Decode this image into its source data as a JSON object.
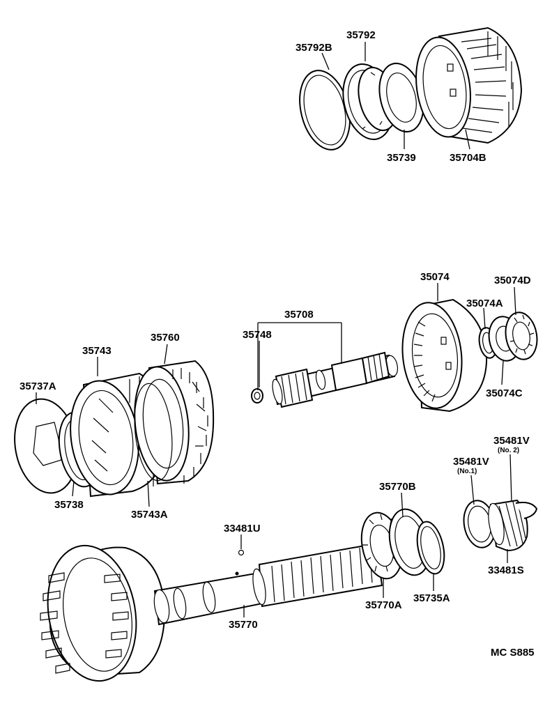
{
  "parts": {
    "p35792B": "35792B",
    "p35792": "35792",
    "p35739": "35739",
    "p35704B": "35704B",
    "p35074": "35074",
    "p35074D": "35074D",
    "p35074A": "35074A",
    "p35074C": "35074C",
    "p35708": "35708",
    "p35748": "35748",
    "p35743": "35743",
    "p35760": "35760",
    "p35737A": "35737A",
    "p35738": "35738",
    "p35743A": "35743A",
    "p35481V_2": "35481V",
    "p35481V_2_note": "(No. 2)",
    "p35481V_1": "35481V",
    "p35481V_1_note": "(No.1)",
    "p35770B": "35770B",
    "p33481U": "33481U",
    "p33481S": "33481S",
    "p35770A": "35770A",
    "p35735A": "35735A",
    "p35770": "35770"
  },
  "code": "MC S885"
}
